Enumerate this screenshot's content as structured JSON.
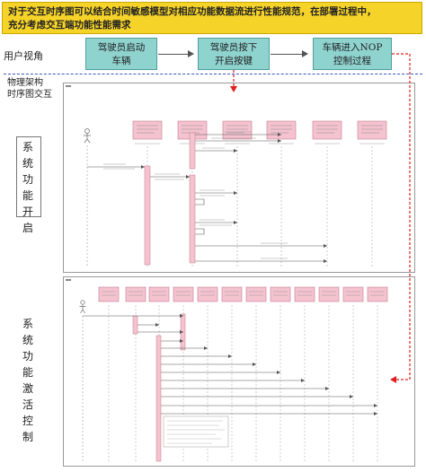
{
  "banner": {
    "line1": "对于交互时序图可以结合时间敏感模型对相应功能数据流进行性能规范，在部署过程中，",
    "line2": "充分考虑交互端功能性能需求"
  },
  "user_view": {
    "label": "用户视角",
    "steps": [
      {
        "line1": "驾驶员启动",
        "line2": "车辆"
      },
      {
        "line1": "驾驶员按下",
        "line2": "开启按键"
      },
      {
        "line1": "车辆进入NOP",
        "line2": "控制过程"
      }
    ]
  },
  "physical": {
    "label_line1": "物理架构",
    "label_line2": "时序图交互"
  },
  "sections": [
    {
      "label": "系统功能开启"
    },
    {
      "label": "系统功能激活控制"
    }
  ],
  "colors": {
    "banner": "#f5d328",
    "step_fill": "#8fd3cf",
    "lane_divider": "#3a56c5",
    "flow_arrow": "#e02020",
    "lifeline_head": "#f4c3cf",
    "activation": "#f4c3cf"
  }
}
